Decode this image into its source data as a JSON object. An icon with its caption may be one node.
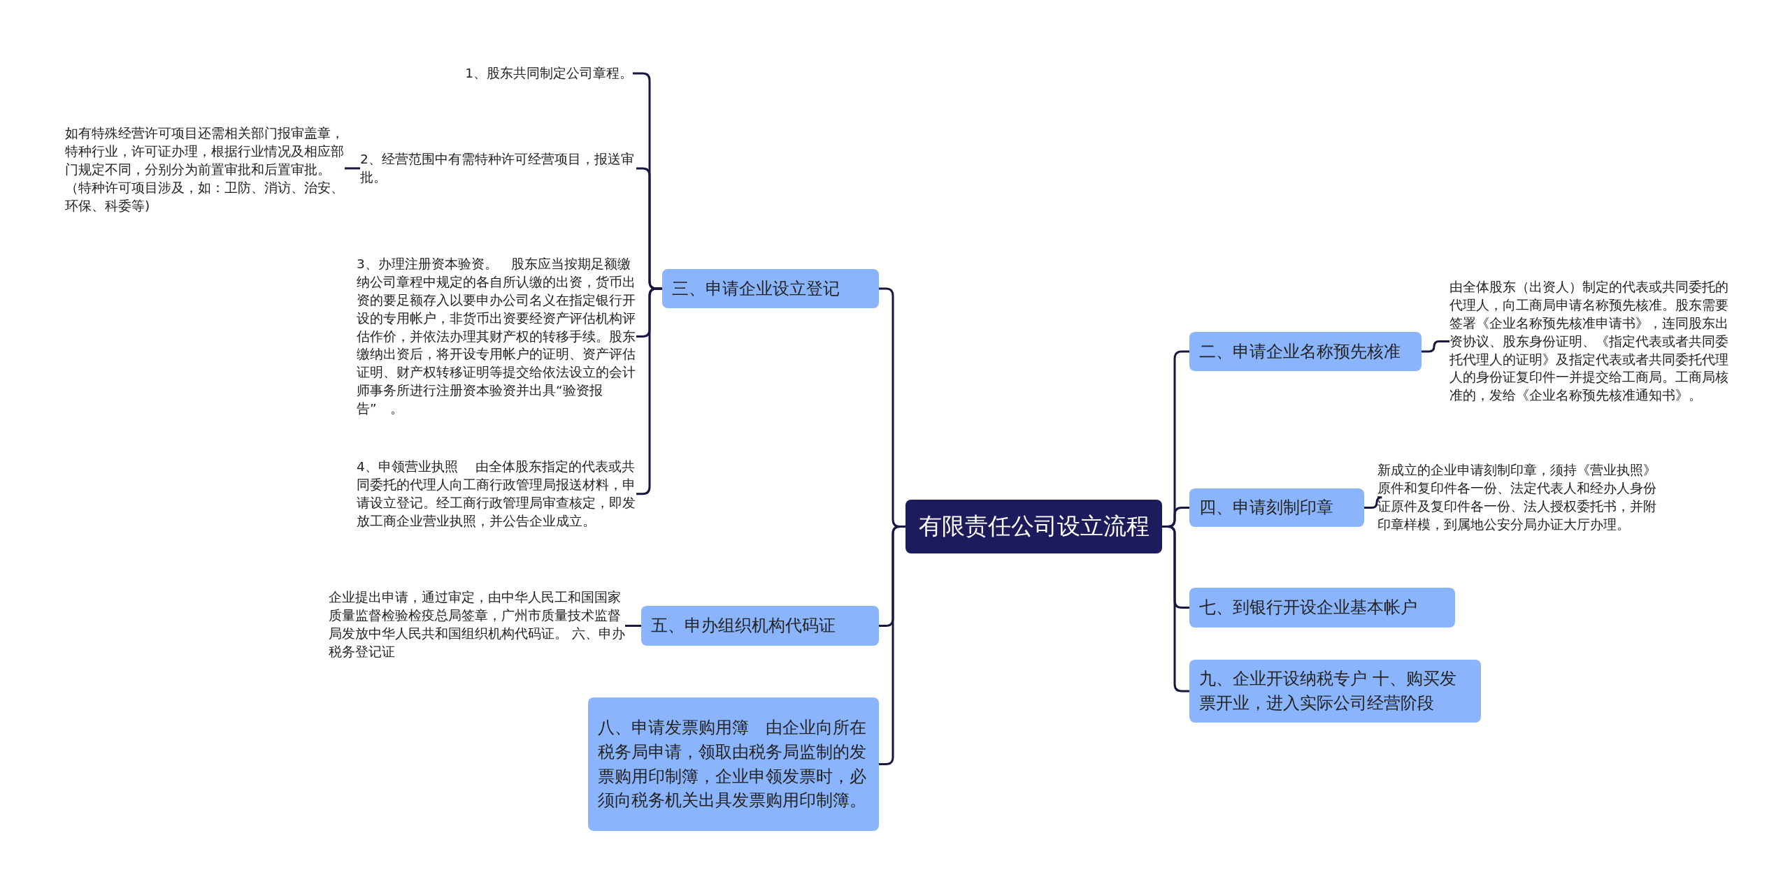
{
  "diagram": {
    "nodes": [
      {
        "text": [
          "有限责任公司设立流程"
        ]
      },
      {
        "text": [
          "三、申请企业设立登记"
        ]
      },
      {
        "text": [
          "1、股东共同制定公司章程。"
        ]
      },
      {
        "text": [
          "2、经营范围中有需特种许可经营项目，报送审批。"
        ]
      },
      {
        "text": [
          "如有特殊经营许可项目还需相关部门报审盖章，特种行业，许可证办理，根据行业情况及相应部门规定不同，分别分为前置审批和后置审批。（特种许可项目涉及，如：卫防、消访、治安、环保、科委等)"
        ]
      },
      {
        "text": [
          "3、办理注册资本验资。　股东应当按期足额缴纳公司章程中规定的各自所认缴的出资，货币出资的要足额存入以要申办公司名义在指定银行开设的专用帐户，非货币出资要经资产评估机构评估作价，并依法办理其财产权的转移手续。股东缴纳出资后，将开设专用帐户的证明、资产评估证明、财产权转移证明等提交给依法设立的会计师事务所进行注册资本验资并出具“验资报告”　。"
        ]
      },
      {
        "text": [
          "4、申领营业执照　 由全体股东指定的代表或共同委托的代理人向工商行政管理局报送材料，申请设立登记。经工商行政管理局审查核定，即发放工商企业营业执照，并公告企业成立。"
        ]
      },
      {
        "text": [
          "五、申办组织机构代码证"
        ]
      },
      {
        "text": [
          "企业提出申请，通过审定，由中华人民工和国国家质量监督检验检疫总局签章，广州市质量技术监督局发放中华人民共和国组织机构代码证。 六、申办税务登记证"
        ]
      },
      {
        "text": [
          "八、申请发票购用簿　由企业向所在税务局申请，领取由税务局监制的发票购用印制簿，企业申领发票时，必须向税务机关出具发票购用印制簿。"
        ]
      },
      {
        "text": [
          "二、申请企业名称预先核准"
        ]
      },
      {
        "text": [
          "由全体股东（出资人）制定的代表或共同委托的代理人，向工商局申请名称预先核准。股东需要签署《企业名称预先核准申请书》，连同股东出资协议、股东身份证明、《指定代表或者共同委托代理人的证明》及指定代表或者共同委托代理人的身份证复印件一并提交给工商局。工商局核准的，发给《企业名称预先核准通知书》。"
        ]
      },
      {
        "text": [
          "四、申请刻制印章"
        ]
      },
      {
        "text": [
          "新成立的企业申请刻制印章，须持《营业执照》原件和复印件各一份、法定代表人和经办人身份证原件及复印件各一份、法人授权委托书，并附印章样模，到属地公安分局办证大厅办理。"
        ]
      },
      {
        "text": [
          "七、到银行开设企业基本帐户"
        ]
      },
      {
        "text": [
          "九、企业开设纳税专户 十、购买发票开业，进入实际公司经营阶段"
        ]
      }
    ],
    "edges": [
      {
        "from": 0,
        "to": 1,
        "arrow": "none"
      },
      {
        "from": 1,
        "to": 2,
        "arrow": "none"
      },
      {
        "from": 1,
        "to": 3,
        "arrow": "none"
      },
      {
        "from": 3,
        "to": 4,
        "arrow": "none"
      },
      {
        "from": 1,
        "to": 5,
        "arrow": "none"
      },
      {
        "from": 1,
        "to": 6,
        "arrow": "none"
      },
      {
        "from": 0,
        "to": 7,
        "arrow": "none"
      },
      {
        "from": 7,
        "to": 8,
        "arrow": "none"
      },
      {
        "from": 0,
        "to": 9,
        "arrow": "none"
      },
      {
        "from": 0,
        "to": 10,
        "arrow": "none"
      },
      {
        "from": 10,
        "to": 11,
        "arrow": "none"
      },
      {
        "from": 0,
        "to": 12,
        "arrow": "none"
      },
      {
        "from": 12,
        "to": 13,
        "arrow": "none"
      },
      {
        "from": 0,
        "to": 14,
        "arrow": "none"
      },
      {
        "from": 0,
        "to": 15,
        "arrow": "none"
      }
    ]
  }
}
